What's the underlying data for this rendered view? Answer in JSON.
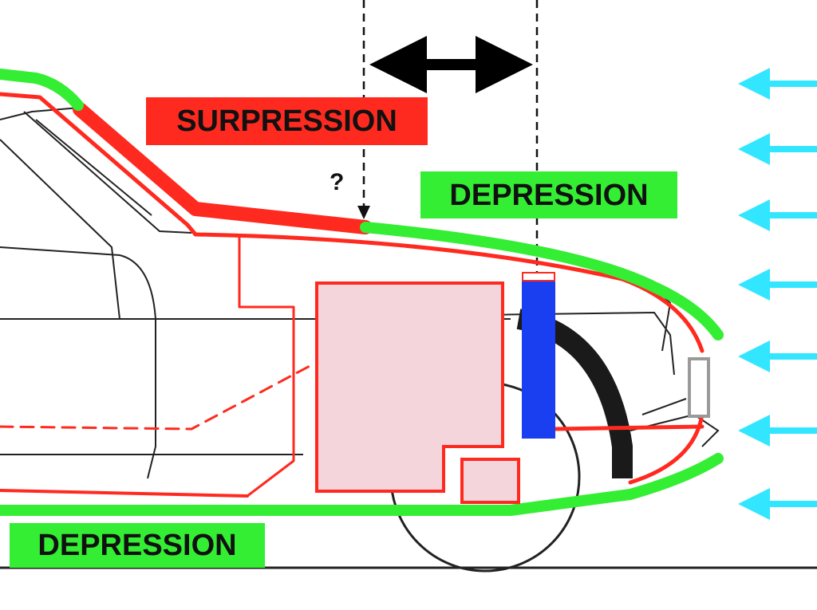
{
  "labels": {
    "surpression": "SURPRESSION",
    "depression_top": "DEPRESSION",
    "depression_bottom": "DEPRESSION",
    "question": "?"
  },
  "colors": {
    "pressure_red": "#ff2a1f",
    "depression_green": "#33ee33",
    "airflow_cyan": "#33e6ff",
    "radiator_blue": "#1a3ff0",
    "component_pink": "#f5d5dc",
    "outline_black": "#111111",
    "headlight_gray": "#9a9a9a"
  },
  "icons": {
    "airflow_arrow": "left-arrow-icon",
    "span_arrow": "double-arrow-icon"
  }
}
